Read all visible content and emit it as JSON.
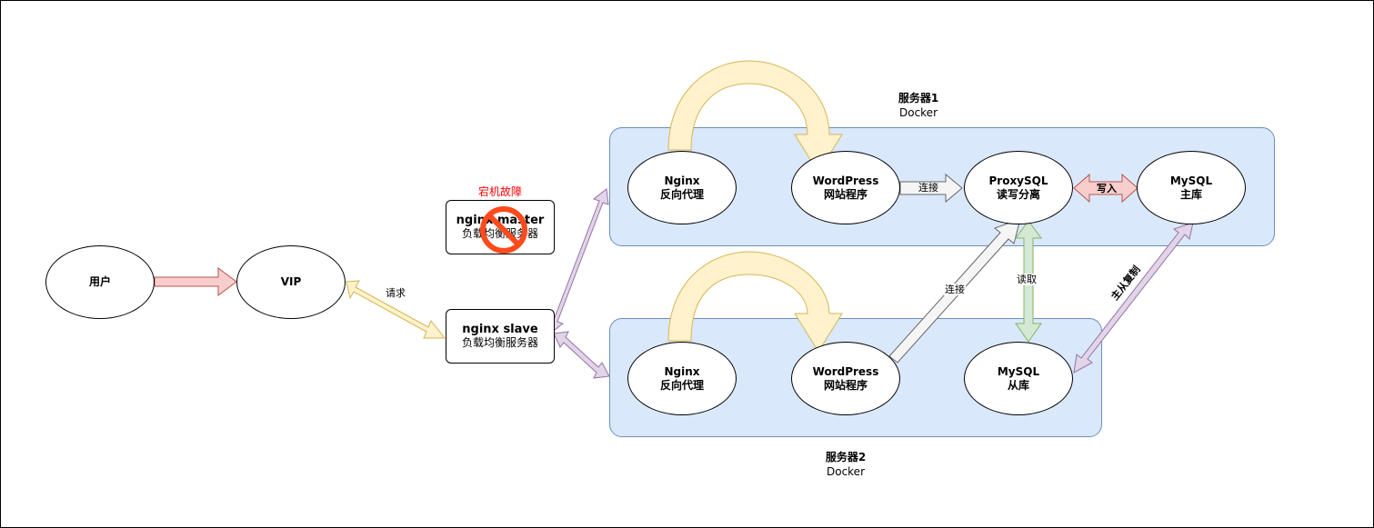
{
  "server1": {
    "title": "服务器1",
    "subtitle": "Docker"
  },
  "server2": {
    "title": "服务器2",
    "subtitle": "Docker"
  },
  "user": {
    "label": "用户"
  },
  "vip": {
    "label": "VIP"
  },
  "nginx_master": {
    "line1": "nginx master",
    "line2": "负载均衡服务器",
    "status": "宕机故障"
  },
  "nginx_slave": {
    "line1": "nginx slave",
    "line2": "负载均衡服务器"
  },
  "s1_nginx": {
    "line1": "Nginx",
    "line2": "反向代理"
  },
  "s1_wordpress": {
    "line1": "WordPress",
    "line2": "网站程序"
  },
  "proxysql": {
    "line1": "ProxySQL",
    "line2": "读写分离"
  },
  "mysql_master": {
    "line1": "MySQL",
    "line2": "主库"
  },
  "s2_nginx": {
    "line1": "Nginx",
    "line2": "反向代理"
  },
  "s2_wordpress": {
    "line1": "WordPress",
    "line2": "网站程序"
  },
  "mysql_slave": {
    "line1": "MySQL",
    "line2": "从库"
  },
  "edges": {
    "request": "请求",
    "connect1": "连接",
    "write": "写入",
    "connect2": "连接",
    "read": "读取",
    "replication": "主从复制"
  },
  "colors": {
    "container_fill": "#dae8fc",
    "container_stroke": "#6c8ebf",
    "red_arrow_fill": "#f8cecc",
    "red_arrow_stroke": "#b85450",
    "yellow_arrow_fill": "#fff2cc",
    "yellow_arrow_stroke": "#d6b656",
    "purple_arrow_fill": "#e1d5e7",
    "purple_arrow_stroke": "#9673a6",
    "green_arrow_fill": "#d5e8d4",
    "green_arrow_stroke": "#82b366",
    "gray_arrow_fill": "#f5f5f5",
    "gray_arrow_stroke": "#666666",
    "fault_text": "#ff0000",
    "no_symbol": "#ff4a1c"
  }
}
